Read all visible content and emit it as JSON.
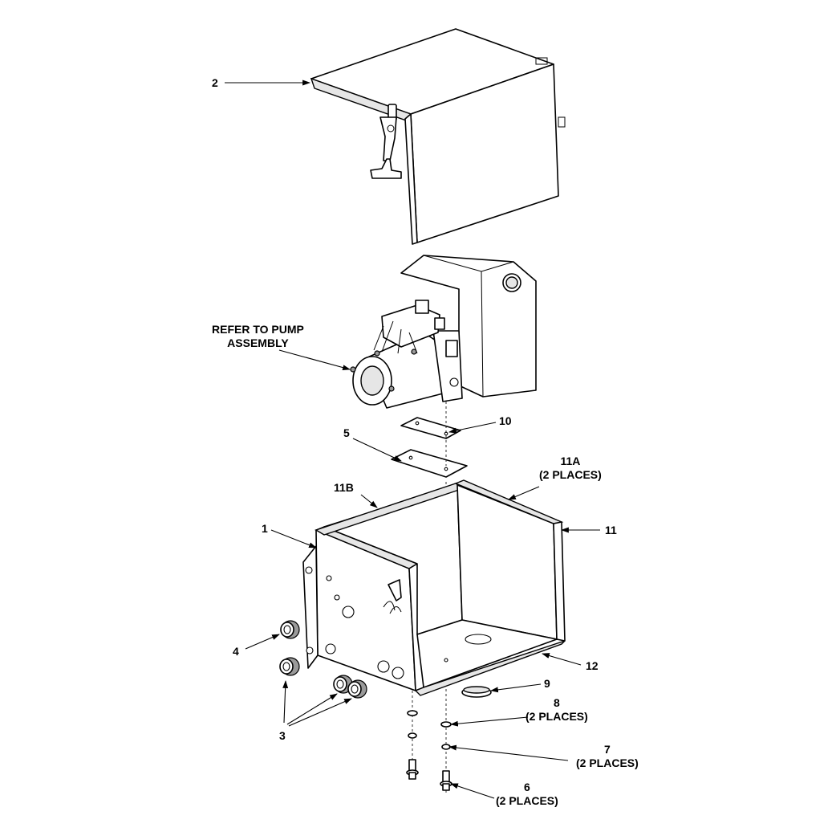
{
  "callouts": {
    "c2": "2",
    "pump": "REFER TO PUMP\nASSEMBLY",
    "c10": "10",
    "c5": "5",
    "c11a": "11A\n(2 PLACES)",
    "c11b": "11B",
    "c1": "1",
    "c11": "11",
    "c4": "4",
    "c12": "12",
    "c9": "9",
    "c8": "8\n(2 PLACES)",
    "c3": "3",
    "c7": "7\n(2 PLACES)",
    "c6": "6\n(2 PLACES)"
  }
}
